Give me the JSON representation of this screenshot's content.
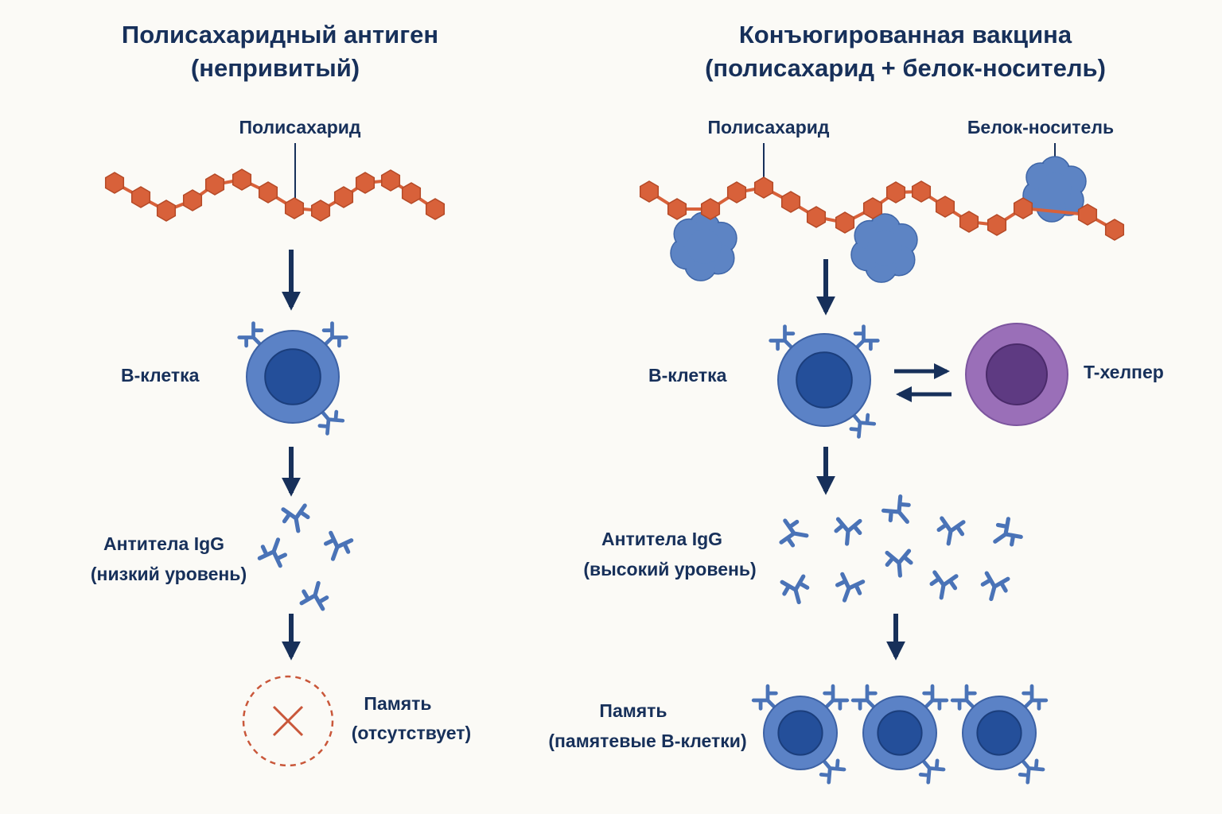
{
  "colors": {
    "navy": "#17305a",
    "bead": "#d8613a",
    "bead_dark": "#b54a27",
    "carrier": "#5d84c4",
    "bcell_outer": "#5b82c6",
    "bcell_nucleus": "#244f9a",
    "antibody": "#4a73b7",
    "thelper_outer": "#9a6fb8",
    "thelper_nucleus": "#5e3a82",
    "no_memory": "#c9573a",
    "background": "#fbfaf6"
  },
  "left": {
    "title_line1": "Полисахаридный антиген",
    "title_line2": "(непривитый)",
    "polysaccharide_label": "Полисахарид",
    "bcell_label": "B-клетка",
    "antibodies_label_line1": "Антитела IgG",
    "antibodies_label_line2": "(низкий уровень)",
    "memory_label_line1": "Память",
    "memory_label_line2": "(отсутствует)"
  },
  "right": {
    "title_line1": "Конъюгированная вакцина",
    "title_line2": "(полисахарид + белок-носитель)",
    "polysaccharide_label": "Полисахарид",
    "carrier_label": "Белок-носитель",
    "bcell_label": "B-клетка",
    "thelper_label": "T-хелпер",
    "antibodies_label_line1": "Антитела IgG",
    "antibodies_label_line2": "(высокий уровень)",
    "memory_label_line1": "Память",
    "memory_label_line2": "(памятевые B-клетки)"
  }
}
